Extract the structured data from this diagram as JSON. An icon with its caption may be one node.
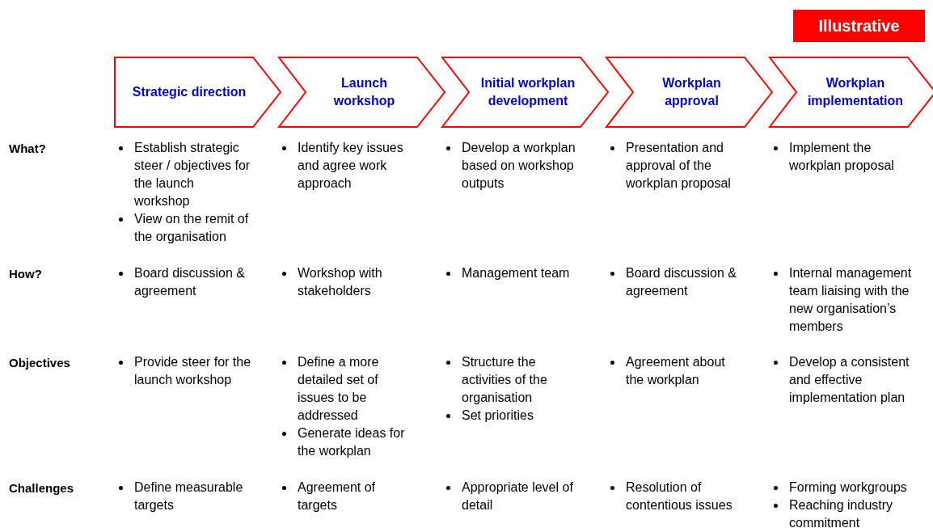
{
  "diagram": {
    "nodes": [
      {
        "text": [
          "Strategic direction"
        ]
      },
      {
        "text": [
          "Launch workshop"
        ]
      },
      {
        "text": [
          "Initial workplan development"
        ]
      },
      {
        "text": [
          "Workplan approval"
        ]
      },
      {
        "text": [
          "Workplan implementation"
        ]
      }
    ],
    "labels": [
      "Illustrative",
      "What?",
      "Establish strategic steer / objectives for the launch workshop",
      "View on the remit of the organisation",
      "Identify key issues and agree work approach",
      "Develop a workplan based on workshop outputs",
      "Presentation and approval of the workplan proposal",
      "Implement the workplan proposal",
      "How?",
      "Board discussion & agreement",
      "Workshop with stakeholders",
      "Management team",
      "Board discussion & agreement",
      "Internal management team liaising with the new organisation’s members",
      "Objectives",
      "Provide steer for the launch workshop",
      "Define a more detailed set of issues to be addressed",
      "Generate ideas for the workplan",
      "Structure the activities of the organisation",
      "Set priorities",
      "Agreement about the workplan",
      "Develop a consistent and effective implementation plan",
      "Challenges",
      "Define measurable targets",
      "Agreement of targets",
      "Appropriate level of detail",
      "Resolution of contentious issues",
      "Forming workgroups",
      "Reaching industry commitment"
    ]
  }
}
